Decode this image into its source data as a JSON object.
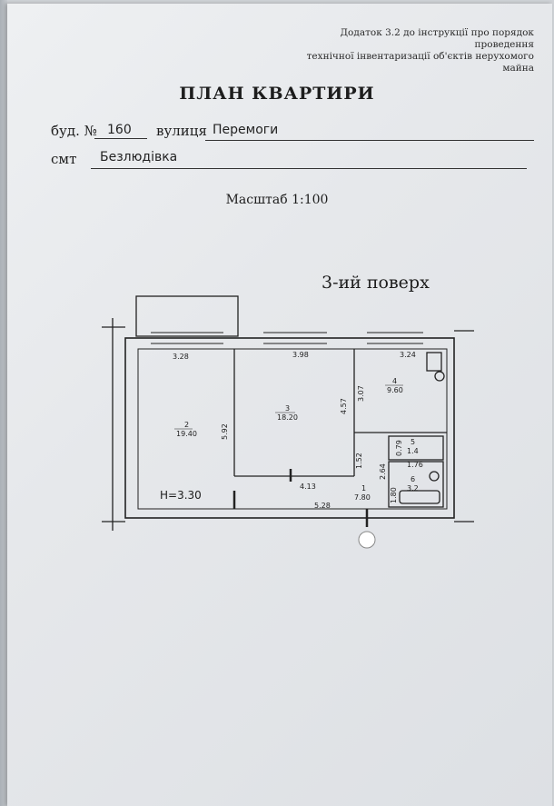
{
  "header_note": [
    "Додаток 3.2 до інструкції про порядок проведення",
    "технічної інвентаризації об'єктів нерухомого",
    "майна"
  ],
  "title": "ПЛАН КВАРТИРИ",
  "address": {
    "bud_label": "буд. №",
    "bud_value": "160",
    "street_label": "вулиця",
    "street_value": "Перемоги",
    "settlement_label": "смт",
    "settlement_value": "Безлюдівка"
  },
  "scale": "Масштаб 1:100",
  "floor": "3-ий поверх",
  "plan": {
    "height_label": "H=3.30",
    "rooms": [
      {
        "num": "2",
        "area": "19.40"
      },
      {
        "num": "3",
        "area": "18.20"
      },
      {
        "num": "4",
        "area": "9.60"
      },
      {
        "num": "5",
        "area": "1.4"
      },
      {
        "num": "6",
        "area": "3.2"
      },
      {
        "num": "1",
        "area": "7.80"
      }
    ],
    "dimensions": [
      "3.28",
      "3.98",
      "3.24",
      "5.92",
      "4.57",
      "3.07",
      "4.13",
      "5.28",
      "1.52",
      "2.64",
      "0.79",
      "1.80",
      "1.76"
    ]
  }
}
